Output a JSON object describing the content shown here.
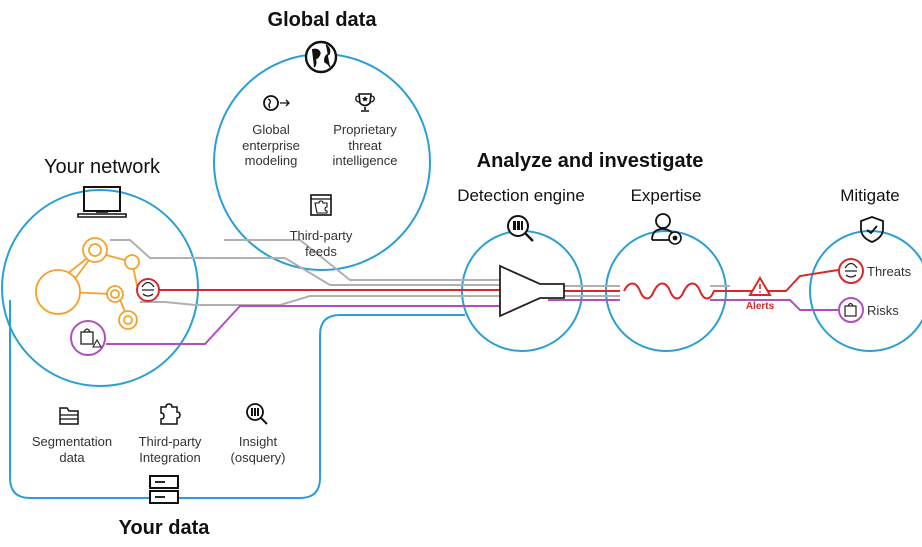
{
  "global": {
    "title": "Global data",
    "items": [
      {
        "label": "Global enterprise modeling",
        "lines": [
          "Global",
          "enterprise",
          "modeling"
        ]
      },
      {
        "label": "Proprietary threat intelligence",
        "lines": [
          "Proprietary",
          "threat",
          "intelligence"
        ]
      },
      {
        "label": "Third-party feeds",
        "lines": [
          "Third-party",
          "feeds"
        ]
      }
    ]
  },
  "network": {
    "title": "Your network"
  },
  "your_data": {
    "title": "Your data",
    "items": [
      {
        "label": "Segmentation data",
        "lines": [
          "Segmentation",
          "data"
        ]
      },
      {
        "label": "Third-party Integration",
        "lines": [
          "Third-party",
          "Integration"
        ]
      },
      {
        "label": "Insight (osquery)",
        "lines": [
          "Insight",
          "(osquery)"
        ]
      }
    ]
  },
  "analyze": {
    "title": "Analyze and investigate",
    "detection": "Detection engine",
    "expertise": "Expertise"
  },
  "alerts": "Alerts",
  "mitigate": {
    "title": "Mitigate",
    "threats": "Threats",
    "risks": "Risks"
  },
  "colors": {
    "circle": "#2a9fd6",
    "threat": "#d62a2a",
    "risk": "#b04fbf",
    "network": "#f5a22c",
    "gray": "#b0b0b0",
    "icon": "#222222"
  }
}
